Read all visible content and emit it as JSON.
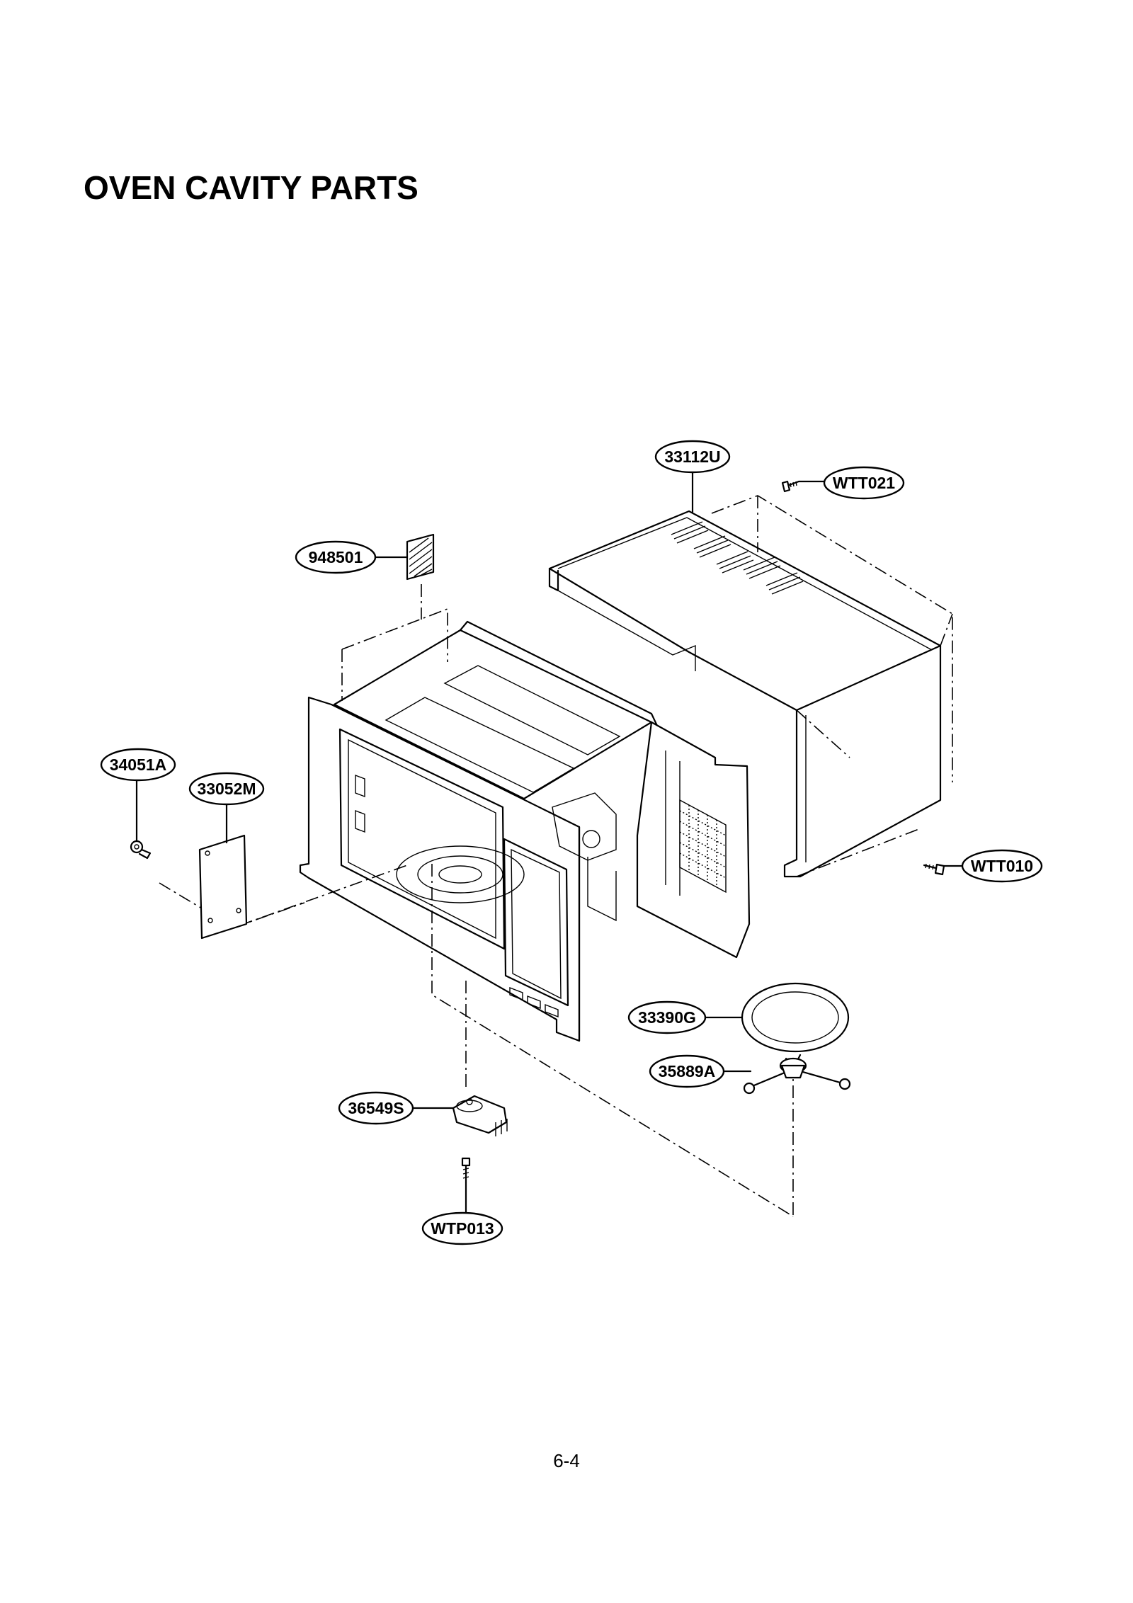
{
  "page": {
    "title": "OVEN CAVITY PARTS",
    "page_number": "6-4"
  },
  "parts": [
    {
      "id": "33112U"
    },
    {
      "id": "WTT021"
    },
    {
      "id": "948501"
    },
    {
      "id": "34051A"
    },
    {
      "id": "33052M"
    },
    {
      "id": "WTT010"
    },
    {
      "id": "33390G"
    },
    {
      "id": "35889A"
    },
    {
      "id": "36549S"
    },
    {
      "id": "WTP013"
    }
  ]
}
